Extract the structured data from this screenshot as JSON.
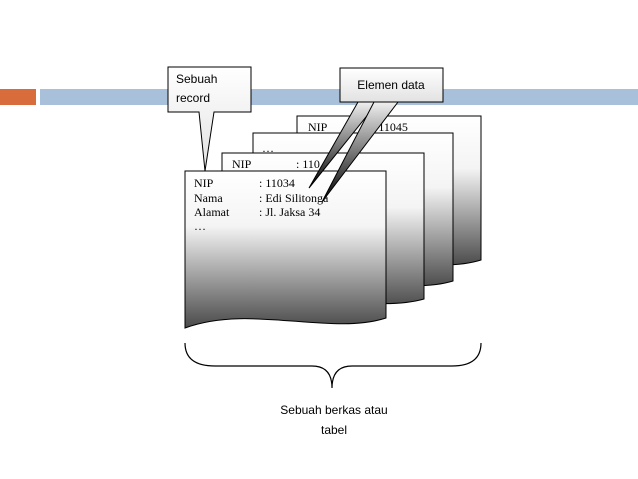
{
  "slide": {
    "accent_color": "#d86d3b",
    "band_color": "#a8c0d9"
  },
  "callouts": {
    "record_line1": "Sebuah",
    "record_line2": "record",
    "element": "Elemen data"
  },
  "records": {
    "back": {
      "nip_label": "NIP",
      "nip_value": ": 11045"
    },
    "middle": {
      "ellipsis": "…"
    },
    "third": {
      "nip_label": "NIP",
      "nip_value": ": 110"
    },
    "front": {
      "rows": [
        {
          "label": "NIP",
          "value": ": 11034"
        },
        {
          "label": "Nama",
          "value": ": Edi Silitonga"
        },
        {
          "label": "Alamat",
          "value": ": Jl. Jaksa 34"
        },
        {
          "label": "…",
          "value": ""
        }
      ]
    }
  },
  "caption": {
    "line1": "Sebuah berkas atau",
    "line2": "tabel"
  }
}
